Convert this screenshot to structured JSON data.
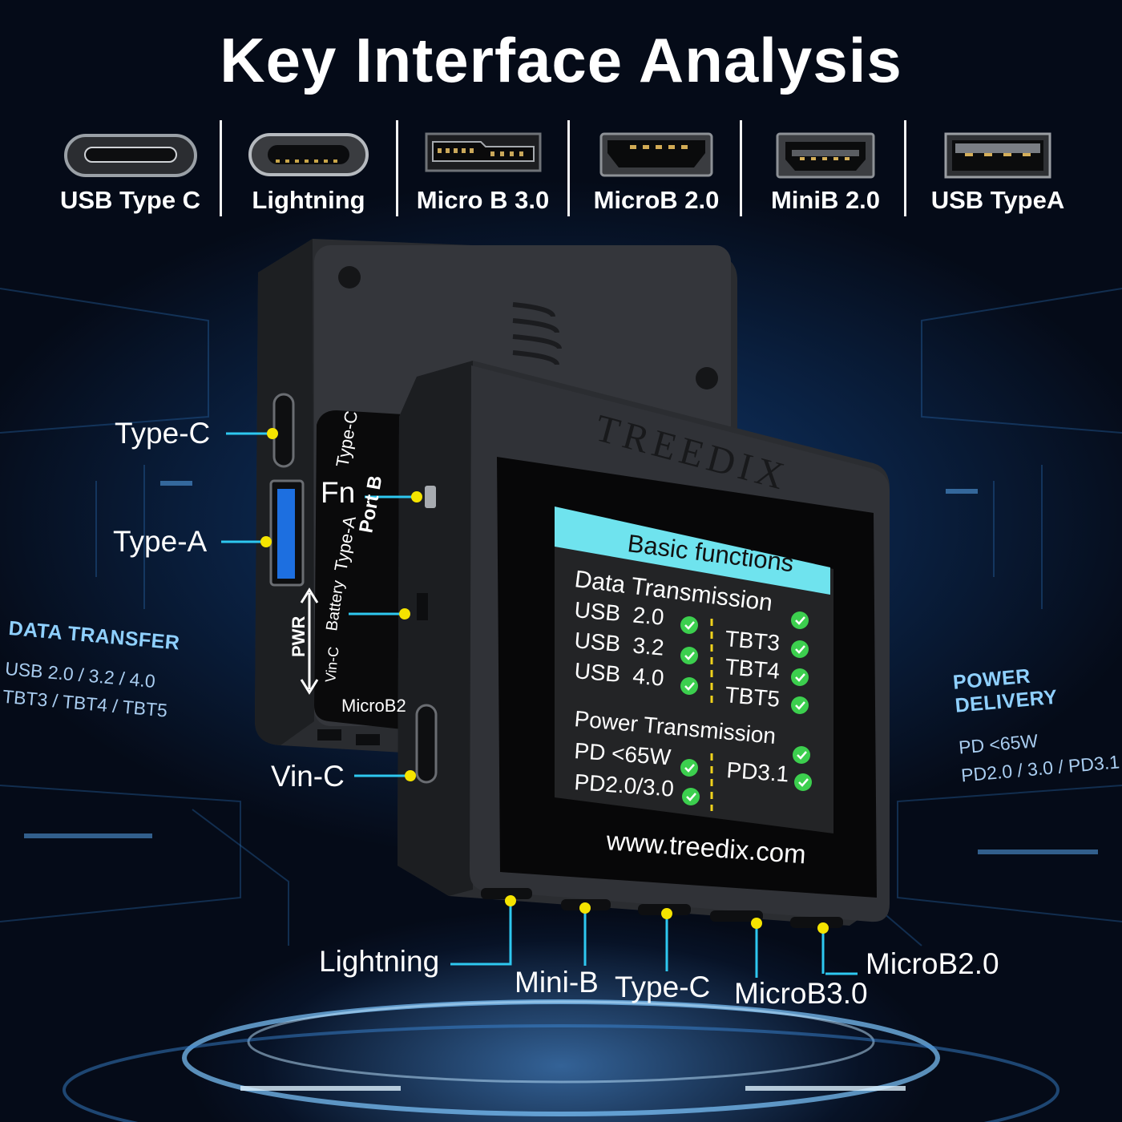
{
  "title": "Key Interface Analysis",
  "connectors": [
    {
      "label": "USB Type C",
      "icon": "usb-c-port-icon"
    },
    {
      "label": "Lightning",
      "icon": "lightning-port-icon"
    },
    {
      "label": "Micro B 3.0",
      "icon": "micro-b-3-port-icon"
    },
    {
      "label": "MicroB 2.0",
      "icon": "micro-b-2-port-icon"
    },
    {
      "label": "MiniB 2.0",
      "icon": "mini-b-port-icon"
    },
    {
      "label": "USB TypeA",
      "icon": "usb-a-port-icon"
    }
  ],
  "callouts": {
    "side_type_c": "Type-C",
    "side_type_a": "Type-A",
    "fn": "Fn",
    "vin_c": "Vin-C",
    "bottom": [
      "Lightning",
      "Mini-B",
      "Type-C",
      "MicroB3.0",
      "MicroB2.0"
    ]
  },
  "side_labels": {
    "type_c": "Type-C",
    "port_b": "Port B",
    "type_a": "Type-A",
    "battery": "Battery",
    "pwr": "PWR",
    "vin_c": "Vin-C",
    "microb2": "MicroB2"
  },
  "left_panel": {
    "heading": "DATA TRANSFER",
    "lines": [
      "USB 2.0 / 3.2 / 4.0",
      "TBT3 / TBT4 / TBT5"
    ]
  },
  "right_panel": {
    "heading": "POWER DELIVERY",
    "lines": [
      "PD <65W",
      "PD2.0 / 3.0 / PD3.1"
    ]
  },
  "device": {
    "brand": "TREEDIX",
    "url": "www.treedix.com",
    "screen": {
      "header": "Basic functions",
      "data_section": "Data Transmission",
      "data_left": [
        "USB  2.0",
        "USB  3.2",
        "USB  4.0"
      ],
      "data_right": [
        "TBT3",
        "TBT4",
        "TBT5"
      ],
      "power_section": "Power Transmission",
      "power_left": [
        "PD <65W",
        "PD2.0/3.0"
      ],
      "power_right": [
        "PD3.1"
      ]
    }
  },
  "colors": {
    "accent_yellow": "#f5e400",
    "callout_line": "#2ec8f0",
    "screen_header": "#6fe3ee",
    "check_green": "#3ccf4e",
    "divider_yellow": "#f0d21c"
  }
}
